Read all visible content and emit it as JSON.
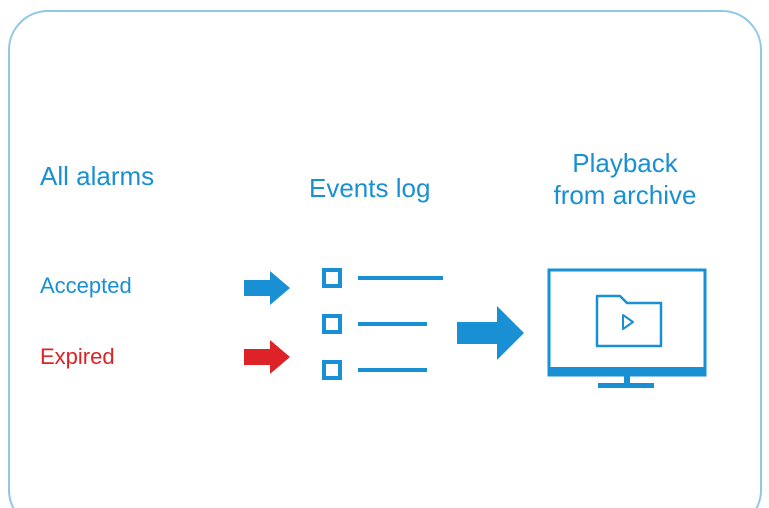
{
  "colors": {
    "accent": "#1a90d4",
    "expired": "#dd2228",
    "frame_border": "#8ec8e6"
  },
  "columns": {
    "alarms": {
      "title": "All alarms"
    },
    "events": {
      "title": "Events log"
    },
    "playback": {
      "title_line1": "Playback",
      "title_line2": "from archive"
    }
  },
  "statuses": {
    "accepted": "Accepted",
    "expired": "Expired"
  },
  "icons": {
    "accepted_arrow": "arrow-right-icon",
    "expired_arrow": "arrow-right-icon",
    "log_to_playback_arrow": "arrow-right-icon",
    "events_log": "checklist-icon",
    "monitor": "monitor-icon",
    "archive": "folder-play-icon"
  }
}
